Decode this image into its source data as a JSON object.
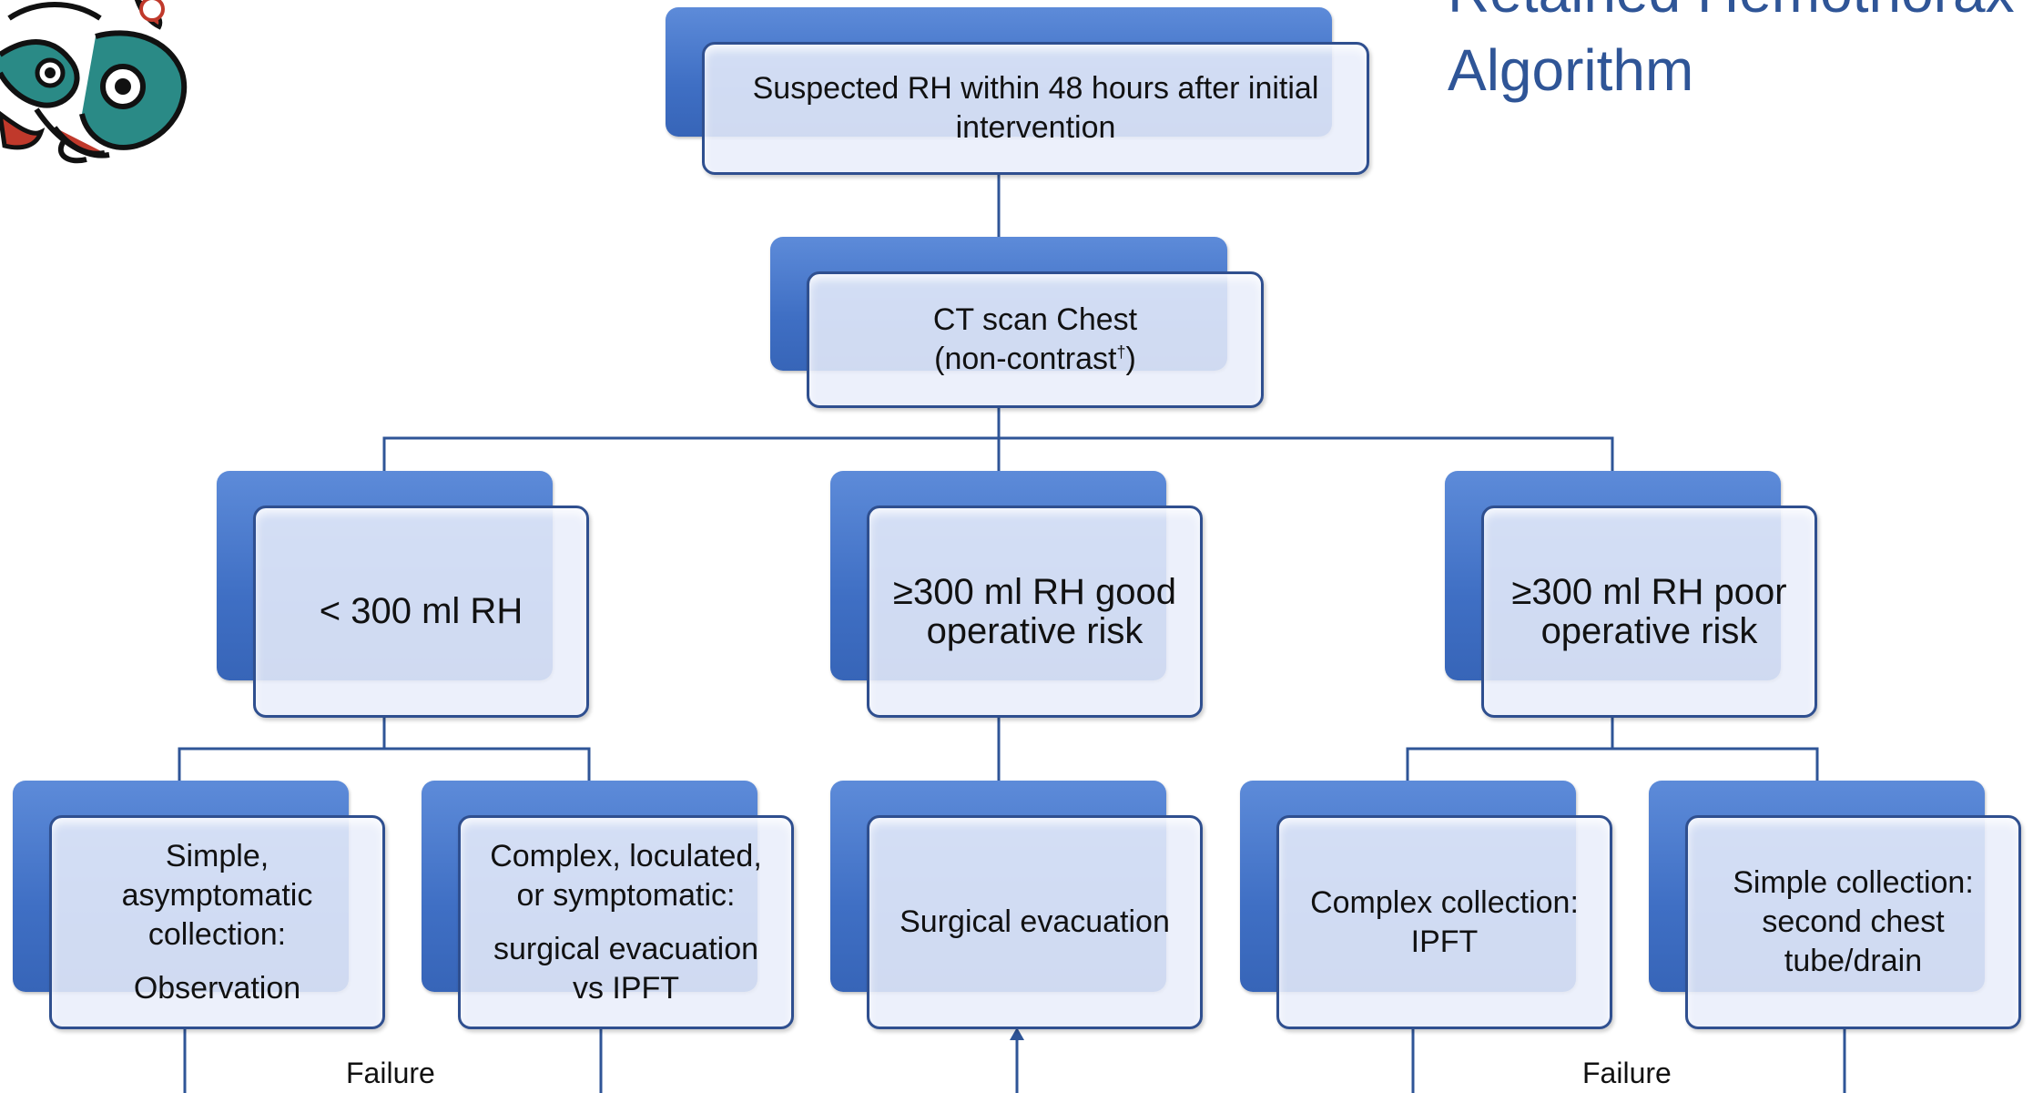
{
  "title": {
    "line1": "Retained Hemothorax",
    "line2": "Algorithm"
  },
  "nodes": {
    "suspected": {
      "lines": [
        "Suspected RH within 48 hours after initial",
        "intervention"
      ]
    },
    "ct_scan": {
      "line1": "CT scan Chest",
      "line2_prefix": "(non-contrast",
      "line2_sup": "†",
      "line2_suffix": ")"
    },
    "lt300": {
      "lines": [
        "< 300 ml RH"
      ]
    },
    "ge300_good": {
      "lines": [
        "≥300 ml RH good",
        "operative risk"
      ]
    },
    "ge300_poor": {
      "lines": [
        "≥300 ml RH poor",
        "operative risk"
      ]
    },
    "simple_asymptomatic": {
      "lines": [
        "Simple,",
        "asymptomatic",
        "collection:"
      ],
      "action": "Observation"
    },
    "complex_loculated": {
      "lines": [
        "Complex, loculated,",
        "or symptomatic:"
      ],
      "action_lines": [
        "surgical evacuation",
        "vs IPFT"
      ]
    },
    "surgical": {
      "lines": [
        "Surgical evacuation"
      ]
    },
    "complex_collection": {
      "lines": [
        "Complex collection:",
        "IPFT"
      ]
    },
    "simple_collection": {
      "lines": [
        "Simple collection:",
        "second chest",
        "tube/drain"
      ]
    }
  },
  "failure_labels": [
    "Failure",
    "Failure"
  ],
  "colors": {
    "box_back": "#4472c4",
    "box_front": "#e9eefa",
    "connector": "#2f5597",
    "title": "#2f5597"
  },
  "icons": {
    "logo": "coast-salish-formline-art-logo"
  }
}
